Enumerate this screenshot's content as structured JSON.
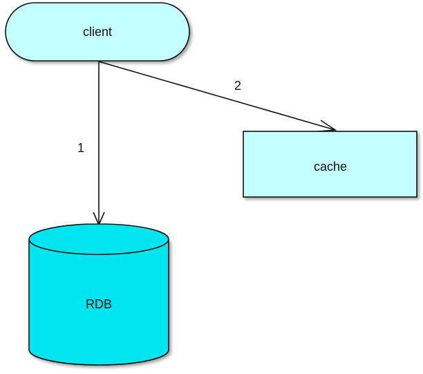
{
  "nodes": {
    "client": {
      "label": "client",
      "shape": "rounded-pill",
      "fill": "#c4ffff"
    },
    "cache": {
      "label": "cache",
      "shape": "rectangle",
      "fill": "#c4ffff"
    },
    "rdb": {
      "label": "RDB",
      "shape": "cylinder",
      "fill": "#00e5ef"
    }
  },
  "edges": [
    {
      "from": "client",
      "to": "rdb",
      "label": "1"
    },
    {
      "from": "client",
      "to": "cache",
      "label": "2"
    }
  ],
  "colors": {
    "stroke": "#111111",
    "background": "#ffffff"
  }
}
